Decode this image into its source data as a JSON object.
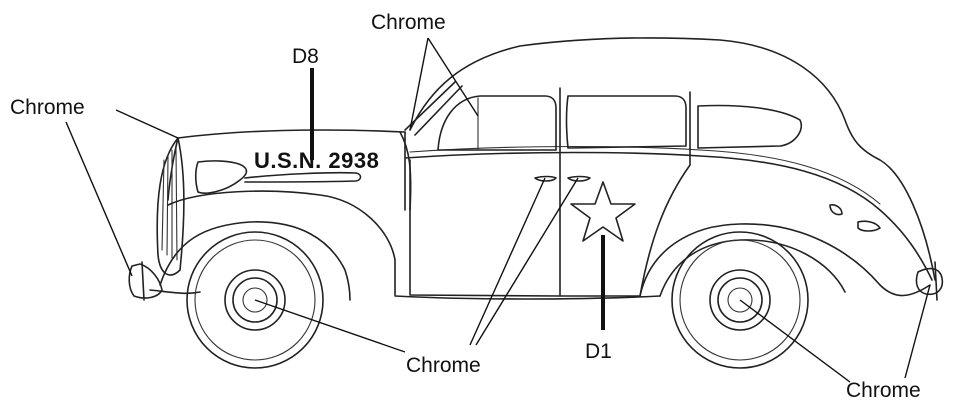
{
  "labels": {
    "chrome_top": "Chrome",
    "chrome_left": "Chrome",
    "chrome_bottom_center": "Chrome",
    "chrome_bottom_right": "Chrome",
    "d8": "D8",
    "d1": "D1"
  },
  "hood_marking": "U.S.N. 2938",
  "colors": {
    "ink": "#222222",
    "background": "#ffffff"
  },
  "icons": [
    "star-emblem-icon"
  ]
}
